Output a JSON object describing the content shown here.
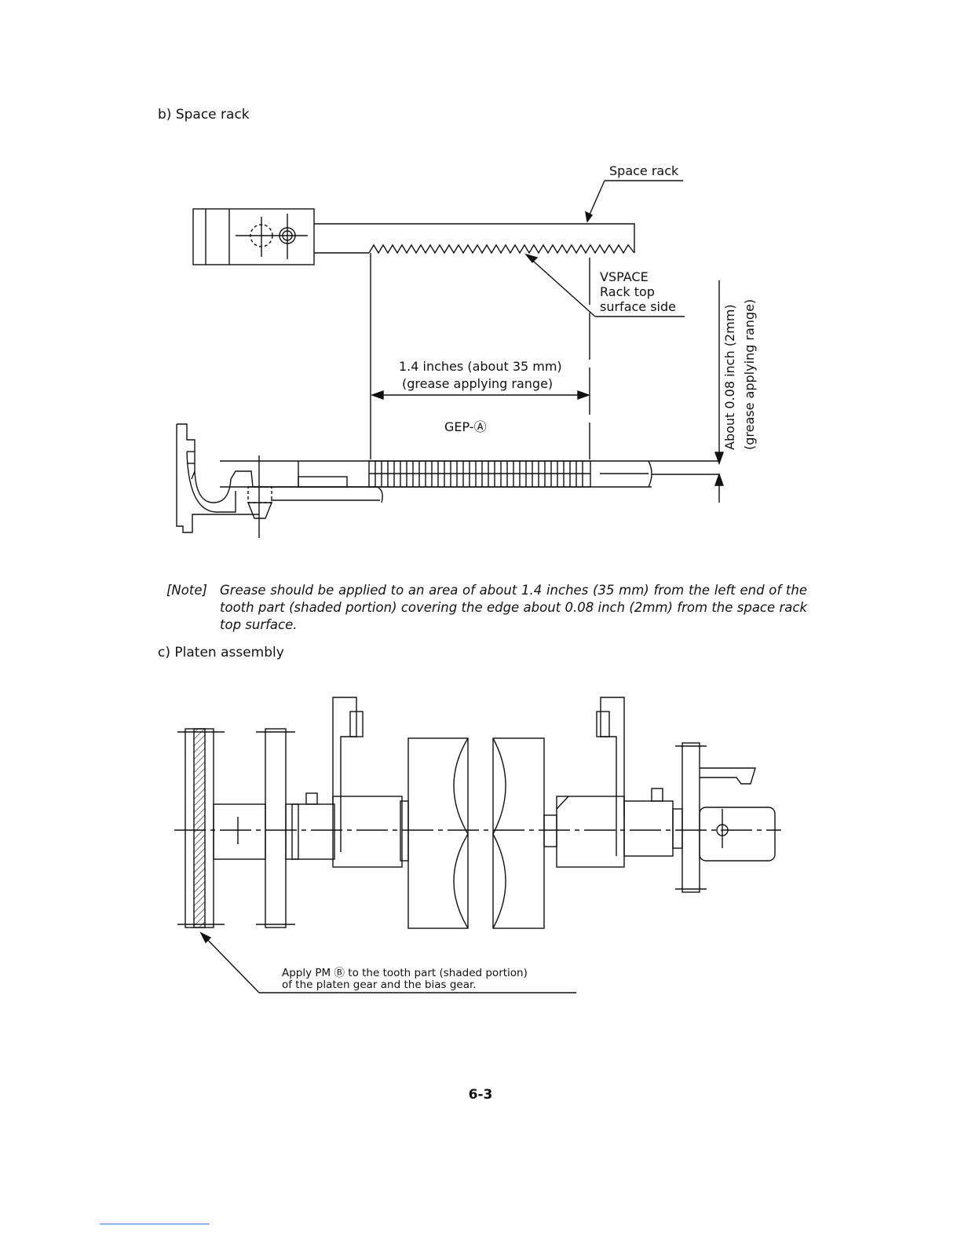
{
  "space_rack": {
    "heading": "b) Space rack",
    "label_space_rack": "Space rack",
    "label_vspace": "VSPACE",
    "label_rack_top": "Rack top",
    "label_surface_side": "surface side",
    "dim_length": "1.4 inches (about 35 mm)",
    "dim_length_sub": "(grease applying range)",
    "grease_code": "GEP-Ⓐ",
    "dim_depth": "About 0.08 inch (2mm)",
    "dim_depth_sub": "(grease applying range)"
  },
  "note": {
    "label": "[Note]",
    "text": "Grease should be applied to an area of about 1.4 inches (35 mm) from the left end of the tooth part (shaded portion) covering the edge about 0.08 inch (2mm) from the space rack top surface."
  },
  "platen": {
    "heading": "c) Platen assembly",
    "callout_line1": "Apply PM Ⓑ to the tooth part (shaded portion)",
    "callout_line2": "of the platen gear and the bias gear."
  },
  "page_number": "6-3"
}
